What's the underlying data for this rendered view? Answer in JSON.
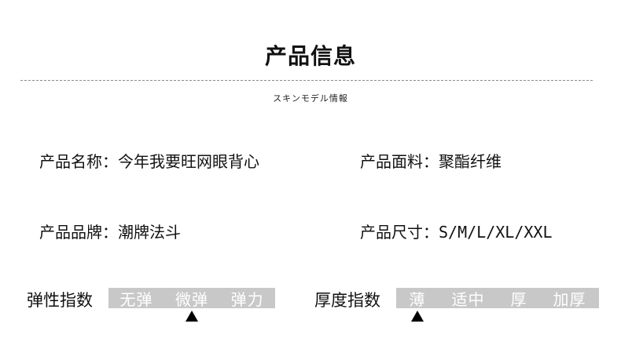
{
  "header": {
    "title": "产品信息",
    "subtitle": "スキンモデル情報"
  },
  "info": {
    "name": {
      "label": "产品名称：",
      "value": "今年我要旺网眼背心"
    },
    "fabric": {
      "label": "产品面料：",
      "value": "聚酯纤维"
    },
    "brand": {
      "label": "产品品牌：",
      "value": "潮牌法斗"
    },
    "size": {
      "label": "产品尺寸：",
      "value": "S/M/L/XL/XXL"
    }
  },
  "elasticity": {
    "label": "弹性指数",
    "options": [
      "无弹",
      "微弹",
      "弹力"
    ],
    "selected": "微弹"
  },
  "thickness": {
    "label": "厚度指数",
    "options": [
      "薄",
      "适中",
      "厚",
      "加厚"
    ],
    "selected": "薄"
  },
  "colors": {
    "meter_bg": "#c8c8c8",
    "meter_text": "#ffffff",
    "pointer": "#000000"
  }
}
